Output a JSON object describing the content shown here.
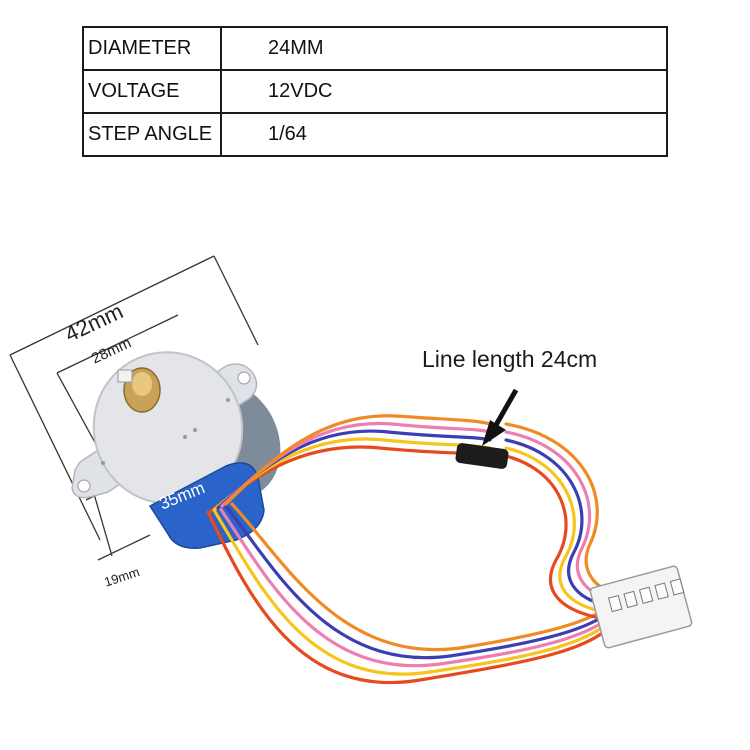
{
  "specs": {
    "rows": [
      {
        "key": "DIAMETER",
        "value": "24MM"
      },
      {
        "key": "VOLTAGE",
        "value": "12VDC"
      },
      {
        "key": "STEP ANGLE",
        "value": "1/64"
      }
    ]
  },
  "figure": {
    "dim_outer": "42mm",
    "dim_inner": "28mm",
    "dim_body": "35mm",
    "dim_depth": "19mm",
    "line_length": "Line length 24cm",
    "wire_colors": [
      "#e64a1e",
      "#f6c41a",
      "#ec7fb0",
      "#3b3fb4",
      "#f08a24"
    ],
    "connector_label": "white 5-pin connector"
  }
}
